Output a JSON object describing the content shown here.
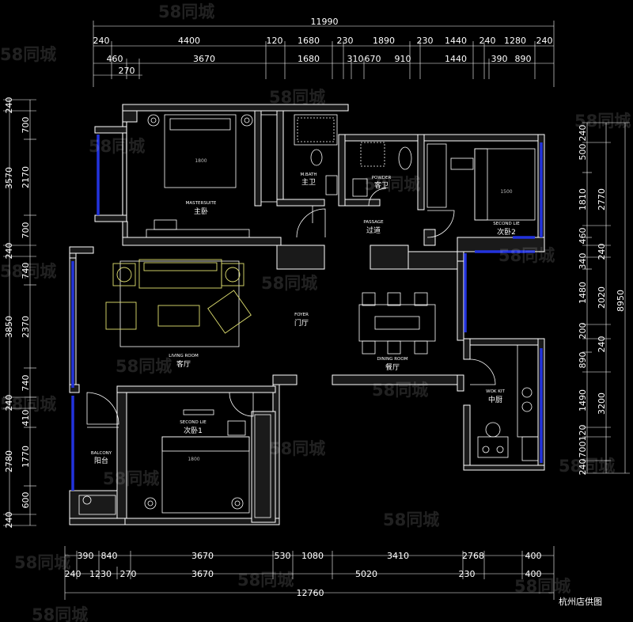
{
  "dimensions": {
    "top_total": "11990",
    "top_row1": [
      "240",
      "4400",
      "120",
      "1680",
      "230",
      "1890",
      "230",
      "1440",
      "240",
      "1280",
      "240"
    ],
    "top_row2": [
      "460",
      "3670",
      "1680",
      "310",
      "670",
      "910",
      "1440",
      "390",
      "890"
    ],
    "top_row3": [
      "270"
    ],
    "bottom_row1": [
      "390",
      "840",
      "3670",
      "530",
      "1080",
      "3410",
      "2768",
      "400"
    ],
    "bottom_row2": [
      "240",
      "1230",
      "270",
      "3670",
      "5020",
      "230",
      "400"
    ],
    "bottom_total": "12760",
    "left_outer": [
      "240",
      "3570",
      "240",
      "3850",
      "240",
      "2780",
      "240"
    ],
    "left_inner": [
      "700",
      "2170",
      "700",
      "740",
      "2370",
      "740",
      "410",
      "1770",
      "600"
    ],
    "right_inner": [
      "240",
      "500",
      "1810",
      "460",
      "340",
      "1480",
      "200",
      "890",
      "1490",
      "120",
      "700",
      "240"
    ],
    "right_mid": [
      "2770",
      "240",
      "2020",
      "240",
      "3200"
    ],
    "right_total": "8950"
  },
  "rooms": {
    "master": {
      "en": "MASTERSUITE",
      "cn": "主卧"
    },
    "mbath": {
      "en": "M.BATH",
      "cn": "主卫"
    },
    "powder": {
      "en": "POWDER",
      "cn": "客卫"
    },
    "passage": {
      "en": "PASSAGE",
      "cn": "过道"
    },
    "second2": {
      "en": "SECOND LIE",
      "cn": "次卧2"
    },
    "living": {
      "en": "LIVING ROOM",
      "cn": "客厅"
    },
    "foyer": {
      "en": "FOYER",
      "cn": "门厅"
    },
    "dining": {
      "en": "DINING ROOM",
      "cn": "餐厅"
    },
    "kitchen": {
      "en": "WOK KIT",
      "cn": "中厨"
    },
    "second1": {
      "en": "SECOND LIE",
      "cn": "次卧1"
    },
    "balcony": {
      "en": "BALCONY",
      "cn": "阳台"
    }
  },
  "bed_labels": {
    "master": "1800",
    "second2": "1500",
    "second1": "1800"
  },
  "watermark": "58同城",
  "caption": "杭州店供图"
}
